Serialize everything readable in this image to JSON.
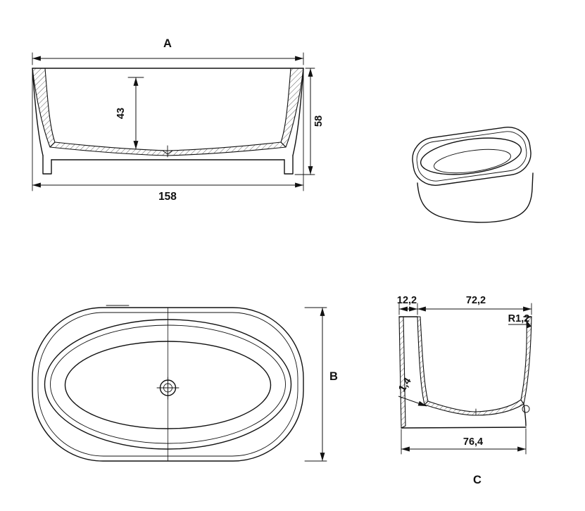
{
  "drawing": {
    "type": "bathtub-dimension-drawing",
    "background": "#ffffff",
    "line_color": "#111111",
    "views": {
      "front_section": {
        "label": "A",
        "dims": {
          "inner_depth": "43",
          "overall_height": "58",
          "overall_length": "158"
        }
      },
      "plan": {
        "label": "B"
      },
      "side_section": {
        "label": "C",
        "dims": {
          "deck_width": "12,2",
          "inner_width": "72,2",
          "rim_radius": "R1,2",
          "wall_thickness": "1,4",
          "outer_width": "76,4"
        }
      }
    }
  }
}
